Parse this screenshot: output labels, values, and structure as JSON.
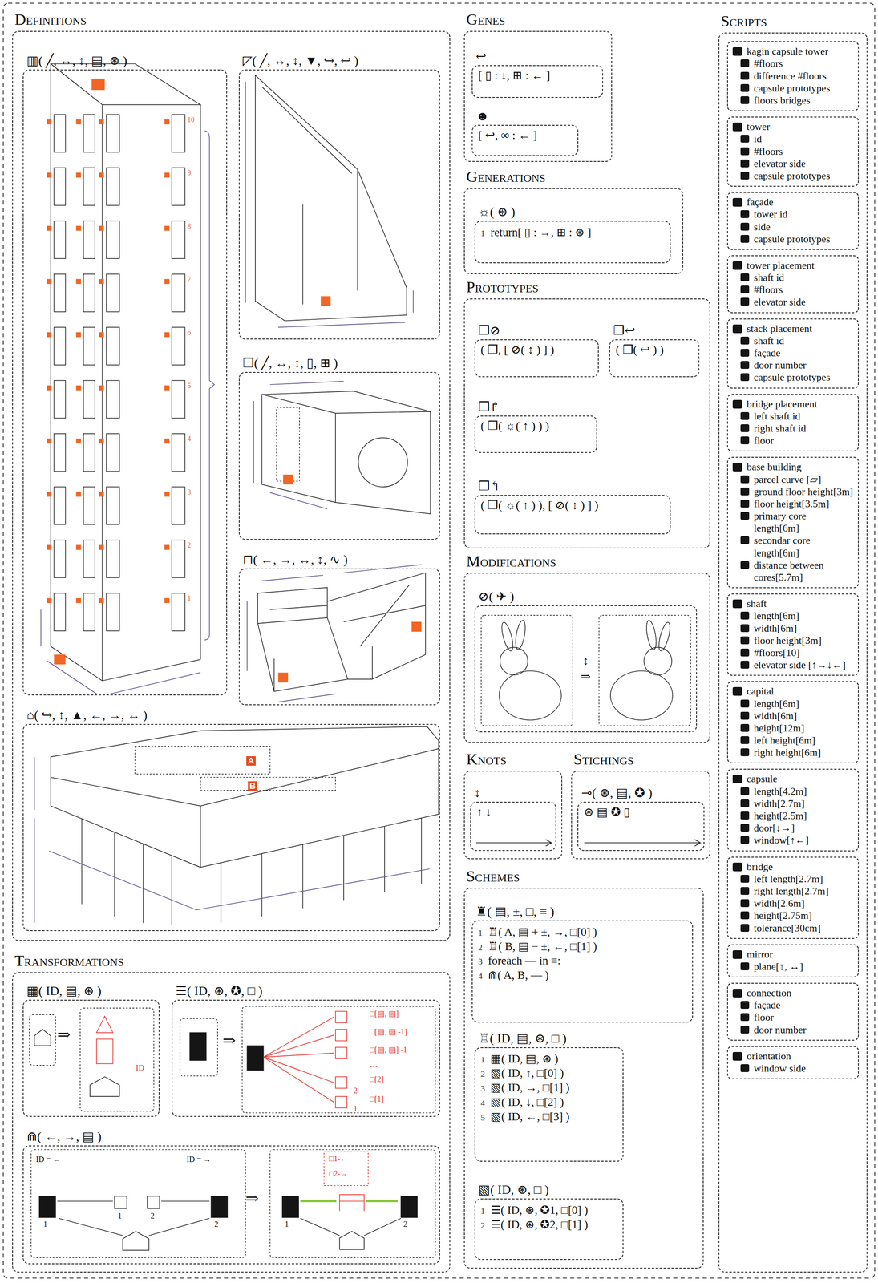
{
  "diagram": {
    "nodes": [
      {
        "text": [
          "Definitions"
        ]
      },
      {
        "text": [
          "▥( ╱, ↔, ↕, ▤, ⊛ )"
        ],
        "in": 0
      },
      {
        "text": [
          "◸( ╱, ↔, ↕, ▼, ↪, ↩ )"
        ],
        "in": 0
      },
      {
        "text": [
          "❒( ╱, ↔, ↕, ▯, ⊞ )"
        ],
        "in": 0
      },
      {
        "text": [
          "⊓( ←, →, ↔, ↕, ∿ )"
        ],
        "in": 0
      },
      {
        "text": [
          "⌂( ↪, ↕, ▲, ←, →, ↔ )"
        ],
        "in": 0
      },
      {
        "text": [
          "Transformations"
        ]
      },
      {
        "text": [
          "▦( ID, ▤, ⊛ )"
        ],
        "in": 6
      },
      {
        "text": [
          "☰( ID, ⊛, ✪, □ )"
        ],
        "in": 6
      },
      {
        "text": [
          "⋒( ←, →, ▤ )"
        ],
        "in": 6
      },
      {
        "text": [
          "Genes"
        ]
      },
      {
        "text": [
          "↩",
          "[ ▯ : ↓, ⊞ : ← ]"
        ],
        "in": 10
      },
      {
        "text": [
          "☻",
          "[ ↩, ∞ : ← ]"
        ],
        "in": 10
      },
      {
        "text": [
          "Generations"
        ]
      },
      {
        "text": [
          "☼( ⊛ )",
          "1",
          "return[ ▯ : →, ⊞ : ⊛ ]"
        ],
        "in": 13
      },
      {
        "text": [
          "Prototypes"
        ]
      },
      {
        "text": [
          "❒⊘",
          "( ❒, [ ⊘( ↕ ) ] )"
        ],
        "in": 15
      },
      {
        "text": [
          "❒↩",
          "( ❒( ↩ ) )"
        ],
        "in": 15
      },
      {
        "text": [
          "❒↱",
          "( ❒( ☼( ↑ ) ) )"
        ],
        "in": 15
      },
      {
        "text": [
          "❒↰",
          "( ❒( ☼( ↑ ) ), [ ⊘( ↕ ) ] )"
        ],
        "in": 15
      },
      {
        "text": [
          "Modifications"
        ]
      },
      {
        "text": [
          "⊘( ✈ )",
          "↕",
          "⇒"
        ],
        "in": 20
      },
      {
        "text": [
          "Knots"
        ]
      },
      {
        "text": [
          "↕",
          "↑ ↓"
        ],
        "in": 22
      },
      {
        "text": [
          "Stichings"
        ]
      },
      {
        "text": [
          "⊸( ⊛, ▤, ✪ )",
          "⊛ ▤ ✪ ▯"
        ],
        "in": 24
      },
      {
        "text": [
          "Schemes"
        ]
      },
      {
        "text": [
          "♜( ▤, ±, □, ≡ )",
          "1",
          "♖( A, ▤ + ±, →, □[0] )",
          "2",
          "♖( B, ▤ − ±, ←, □[1] )",
          "3",
          "foreach — in ≡:",
          "4",
          "⋒( A, B, — )"
        ],
        "in": 26
      },
      {
        "text": [
          "♖( ID, ▤, ⊛, □ )",
          "1",
          "▦( ID, ▤, ⊛ )",
          "2",
          "▧( ID, ↑, □[0] )",
          "3",
          "▧( ID, →, □[1] )",
          "4",
          "▧( ID, ↓, □[2] )",
          "5",
          "▧( ID, ←, □[3] )"
        ],
        "in": 26
      },
      {
        "text": [
          "▧( ID, ⊛, □ )",
          "1",
          "☰( ID, ⊛, ✪1, □[0] )",
          "2",
          "☰( ID, ⊛, ✪2, □[1] )"
        ],
        "in": 26
      },
      {
        "text": [
          "Scripts"
        ]
      },
      {
        "text": [
          "kagin capsule tower",
          "#floors",
          "difference #floors",
          "capsule prototypes",
          "floors bridges"
        ],
        "in": 30
      },
      {
        "text": [
          "tower",
          "id",
          "#floors",
          "elevator side",
          "capsule prototypes"
        ],
        "in": 30
      },
      {
        "text": [
          "façade",
          "tower id",
          "side",
          "capsule prototypes"
        ],
        "in": 30
      },
      {
        "text": [
          "tower placement",
          "shaft id",
          "#floors",
          "elevator side"
        ],
        "in": 30
      },
      {
        "text": [
          "stack placement",
          "shaft id",
          "façade",
          "door number",
          "capsule prototypes"
        ],
        "in": 30
      },
      {
        "text": [
          "bridge placement",
          "left shaft id",
          "right shaft id",
          "floor"
        ],
        "in": 30
      },
      {
        "text": [
          "base building",
          "parcel curve [▱]",
          "ground floor height[3m]",
          "floor height[3.5m]",
          "primary core length[6m]",
          "secondar core length[6m]",
          "distance between cores[5.7m]"
        ],
        "in": 30
      },
      {
        "text": [
          "shaft",
          "length[6m]",
          "width[6m]",
          "floor height[3m]",
          "#floors[10]",
          "elevator side [↑→↓←]"
        ],
        "in": 30
      },
      {
        "text": [
          "capital",
          "length[6m]",
          "width[6m]",
          "height[12m]",
          "left height[6m]",
          "right height[6m]"
        ],
        "in": 30
      },
      {
        "text": [
          "capsule",
          "length[4.2m]",
          "width[2.7m]",
          "height[2.5m]",
          "door[↓→]",
          "window[↑←]"
        ],
        "in": 30
      },
      {
        "text": [
          "bridge",
          "left length[2.7m]",
          "right length[2.7m]",
          "width[2.6m]",
          "height[2.75m]",
          "tolerance[30cm]"
        ],
        "in": 30
      },
      {
        "text": [
          "mirror",
          "plane[↕, ↔]"
        ],
        "in": 30
      },
      {
        "text": [
          "connection",
          "façade",
          "floor",
          "door number"
        ],
        "in": 30
      },
      {
        "text": [
          "orientation",
          "window side"
        ],
        "in": 30
      }
    ],
    "labels": [
      "1",
      "2",
      "3",
      "4",
      "5",
      "6",
      "7",
      "8",
      "9",
      "10",
      "A",
      "B",
      "⇒",
      "ID",
      "⇒",
      "□[▤, ▤]",
      "□[▤, ▤ -1]",
      "□[▤, ▤] -1",
      "…",
      "□[2]",
      "2",
      "□[1]",
      "1",
      "ID = ←",
      "ID = →",
      "1",
      "1",
      "2",
      "2",
      "⇒",
      "□1-←",
      "□2-→",
      "1",
      "2"
    ]
  }
}
